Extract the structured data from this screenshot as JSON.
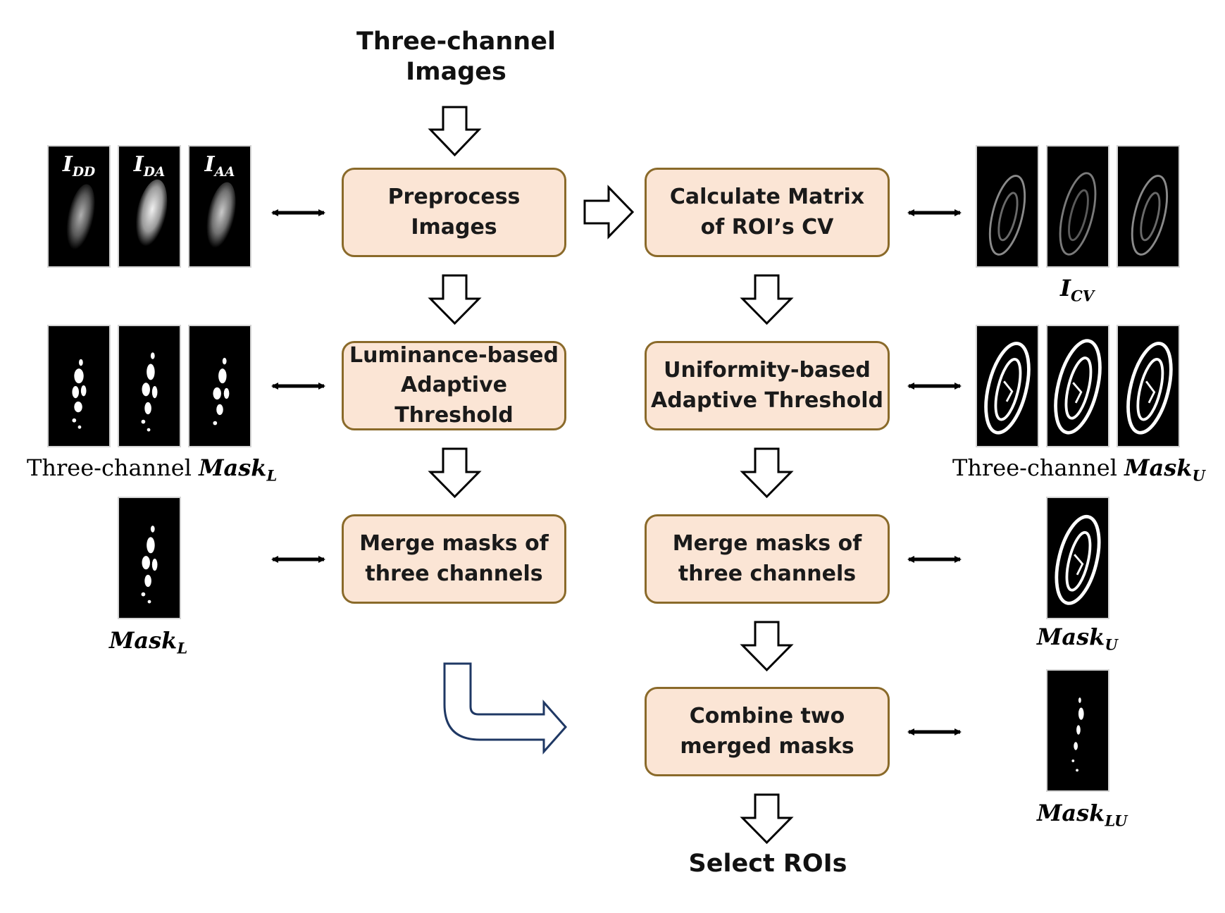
{
  "title": {
    "line1": "Three-channel",
    "line2": "Images"
  },
  "boxes": {
    "preprocess": {
      "line1": "Preprocess",
      "line2": "Images"
    },
    "calc_matrix": {
      "line1": "Calculate Matrix",
      "line2": "of ROI’s CV"
    },
    "luminance": {
      "line1": "Luminance-based",
      "line2": "Adaptive Threshold"
    },
    "uniformity": {
      "line1": "Uniformity-based",
      "line2": "Adaptive Threshold"
    },
    "merge_left": {
      "line1": "Merge masks of",
      "line2": "three channels"
    },
    "merge_right": {
      "line1": "Merge masks of",
      "line2": "three channels"
    },
    "combine": {
      "line1": "Combine two",
      "line2": "merged masks"
    }
  },
  "final": "Select ROIs",
  "labels": {
    "channel_dd": {
      "base": "I",
      "sub": "DD"
    },
    "channel_da": {
      "base": "I",
      "sub": "DA"
    },
    "channel_aa": {
      "base": "I",
      "sub": "AA"
    },
    "icv": {
      "base": "I",
      "sub": "CV"
    },
    "three_channel_prefix": "Three-channel",
    "mask_l": {
      "base": "Mask",
      "sub": "L"
    },
    "mask_u": {
      "base": "Mask",
      "sub": "U"
    },
    "mask_lu": {
      "base": "Mask",
      "sub": "LU"
    }
  },
  "colors": {
    "box_fill": "#fbe5d5",
    "box_border": "#8a6a2a",
    "curved_arrow": "#1f3864",
    "thumbnail_bg": "#000000"
  }
}
